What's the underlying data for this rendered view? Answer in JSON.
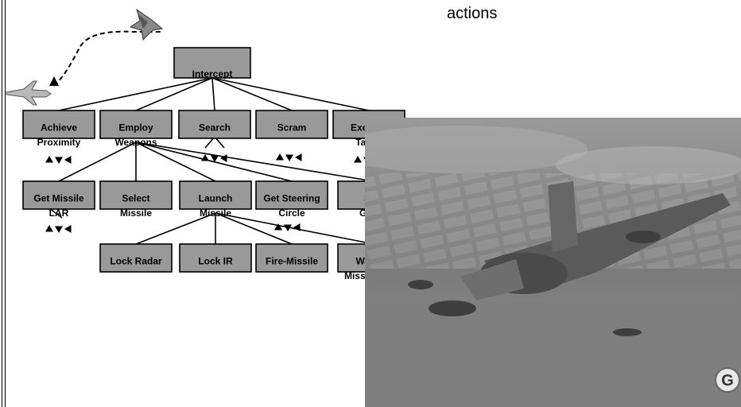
{
  "heading_fragment": "actions",
  "photo": {
    "logo_letter": "G"
  },
  "tree": {
    "root": "Intercept",
    "level1": [
      {
        "line1": "Achieve",
        "line2": "Proximity"
      },
      {
        "line1": "Employ",
        "line2": "Weapons"
      },
      {
        "line1": "Search",
        "line2": ""
      },
      {
        "line1": "Scram",
        "line2": ""
      },
      {
        "line1": "Execute",
        "line2": "Tactic"
      }
    ],
    "level2": [
      {
        "line1": "Get Missile",
        "line2": "LAR"
      },
      {
        "line1": "Select",
        "line2": "Missile"
      },
      {
        "line1": "Launch",
        "line2": "Missile"
      },
      {
        "line1": "Get Steering",
        "line2": "Circle"
      },
      {
        "line1": "Sort",
        "line2": "Group"
      }
    ],
    "level3": [
      {
        "line1": "Lock Radar",
        "line2": ""
      },
      {
        "line1": "Lock IR",
        "line2": ""
      },
      {
        "line1": "Fire-Missile",
        "line2": ""
      },
      {
        "line1": "Wait-for",
        "line2": "Missile-Clear"
      }
    ]
  }
}
